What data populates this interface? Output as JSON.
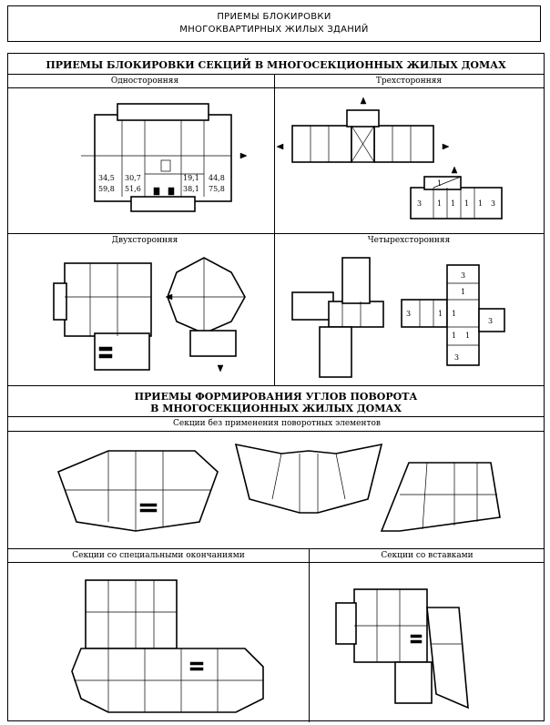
{
  "title": {
    "line1": "ПРИЕМЫ БЛОКИРОВКИ",
    "line2": "МНОГОКВАРТИРНЫХ ЖИЛЫХ ЗДАНИЙ"
  },
  "section1": {
    "heading": "ПРИЕМЫ БЛОКИРОВКИ СЕКЦИЙ В МНОГОСЕКЦИОННЫХ ЖИЛЫХ ДОМАХ",
    "one_sided": {
      "label": "Односторонняя",
      "areas": [
        "34,5",
        "59,8",
        "30,7",
        "51,6",
        "19,1",
        "38,1",
        "44,8",
        "75,8"
      ]
    },
    "three_sided": {
      "label": "Трехсторонняя",
      "unit_marks": [
        "3",
        "1",
        "1",
        "1",
        "1",
        "3",
        "1"
      ]
    },
    "two_sided": {
      "label": "Двухсторонняя"
    },
    "four_sided": {
      "label": "Четырехсторонняя",
      "unit_marks": [
        "3",
        "1",
        "3",
        "1",
        "1",
        "1",
        "1",
        "3",
        "3"
      ]
    }
  },
  "section2": {
    "heading_line1": "ПРИЕМЫ ФОРМИРОВАНИЯ УГЛОВ ПОВОРОТА",
    "heading_line2": "В МНОГОСЕКЦИОННЫХ ЖИЛЫХ ДОМАХ",
    "no_turn_label": "Секции без применения поворотных элементов",
    "special_ends_label": "Секции со специальными окончаниями",
    "inserts_label": "Секции со вставками"
  }
}
